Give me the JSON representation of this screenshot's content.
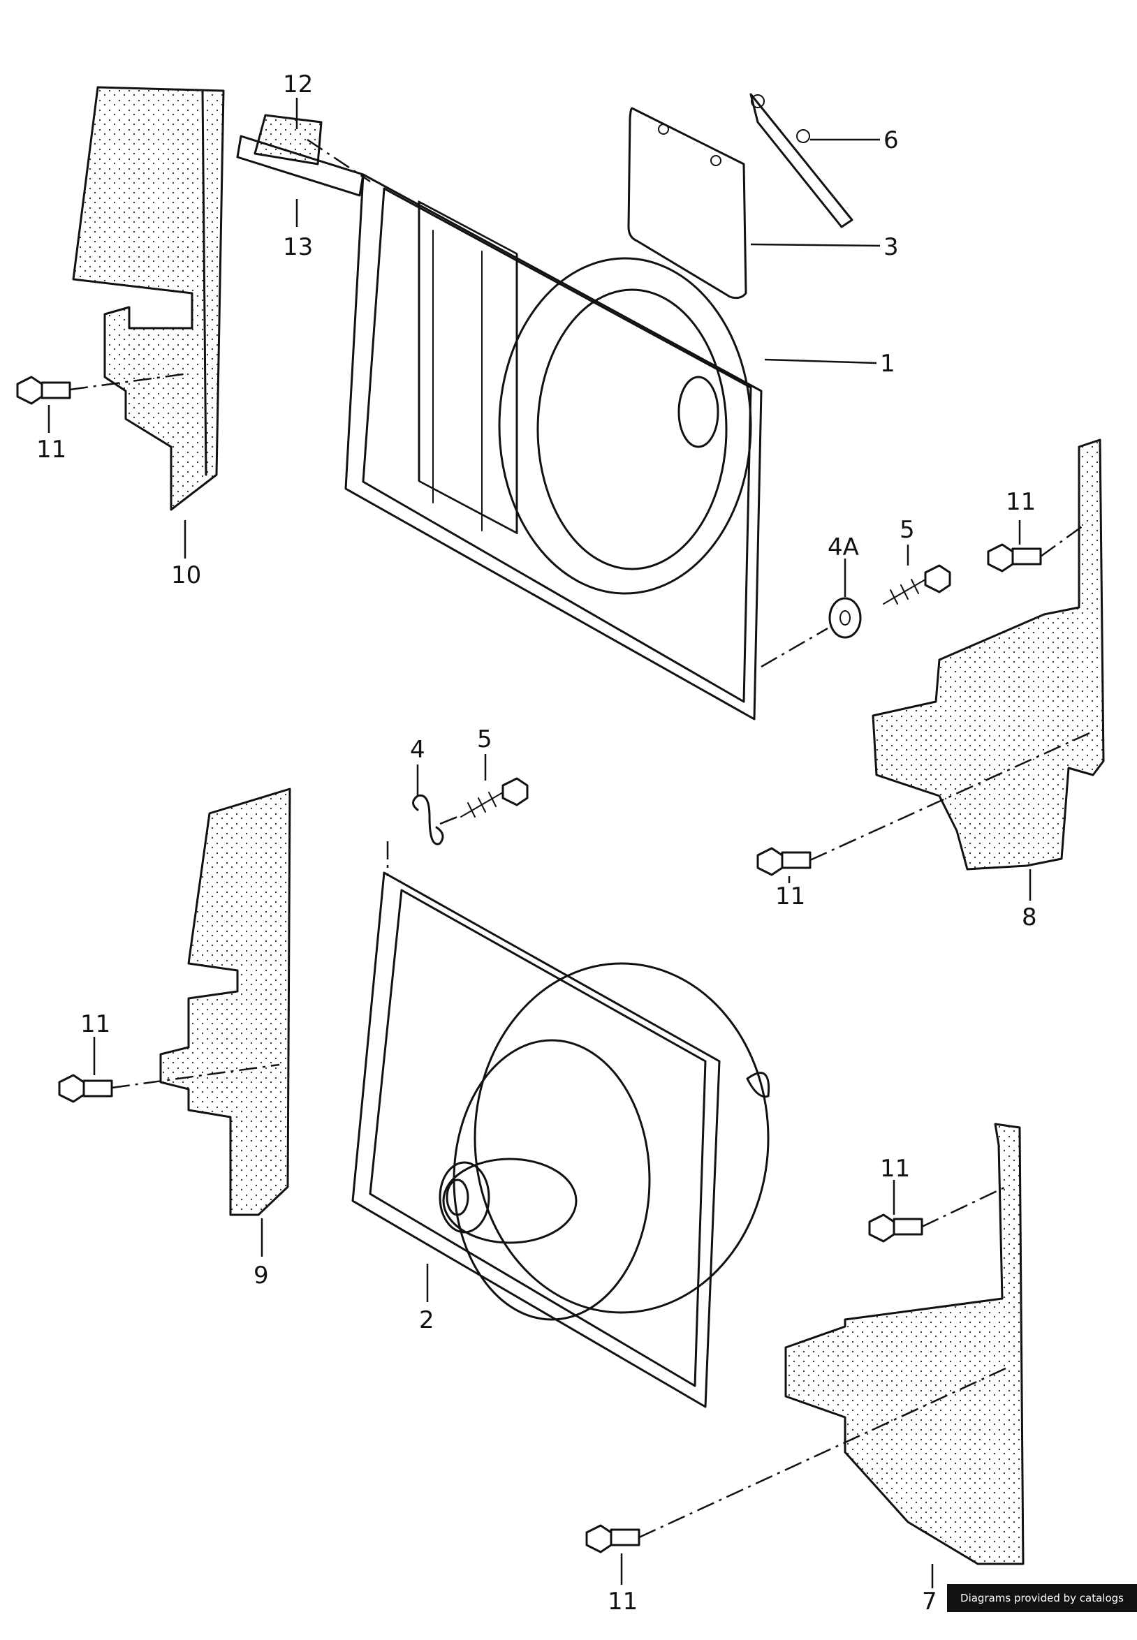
{
  "diagram": {
    "callouts": [
      {
        "id": "c12",
        "text": "12"
      },
      {
        "id": "c13",
        "text": "13"
      },
      {
        "id": "c6",
        "text": "6"
      },
      {
        "id": "c3",
        "text": "3"
      },
      {
        "id": "c1",
        "text": "1"
      },
      {
        "id": "c11a",
        "text": "11"
      },
      {
        "id": "c10",
        "text": "10"
      },
      {
        "id": "c11b",
        "text": "11"
      },
      {
        "id": "c5a",
        "text": "5"
      },
      {
        "id": "c4A",
        "text": "4A"
      },
      {
        "id": "c4",
        "text": "4"
      },
      {
        "id": "c5b",
        "text": "5"
      },
      {
        "id": "c11c",
        "text": "11"
      },
      {
        "id": "c8",
        "text": "8"
      },
      {
        "id": "c11d",
        "text": "11"
      },
      {
        "id": "c9",
        "text": "9"
      },
      {
        "id": "c2",
        "text": "2"
      },
      {
        "id": "c11e",
        "text": "11"
      },
      {
        "id": "c11f",
        "text": "11"
      },
      {
        "id": "c7",
        "text": "7"
      }
    ]
  },
  "credit": {
    "text": "Diagrams provided by catalogs parts"
  }
}
